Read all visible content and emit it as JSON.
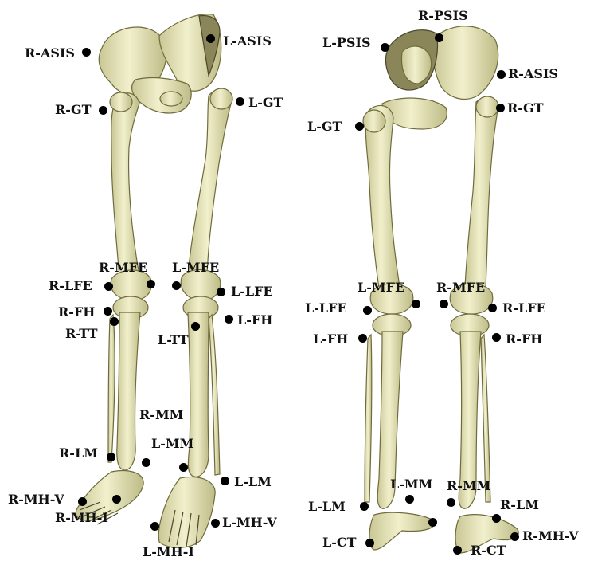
{
  "figure": {
    "background": "#ffffff",
    "bone_color": "#eeeec4",
    "marker_color": "#000000"
  },
  "anterior_view": {
    "landmarks": {
      "r_asis": "R-ASIS",
      "l_asis": "L-ASIS",
      "r_gt": "R-GT",
      "l_gt": "L-GT",
      "r_mfe": "R-MFE",
      "l_mfe": "L-MFE",
      "r_lfe": "R-LFE",
      "l_lfe": "L-LFE",
      "r_fh": "R-FH",
      "l_fh": "L-FH",
      "r_tt": "R-TT",
      "l_tt": "L-TT",
      "r_mm": "R-MM",
      "l_mm": "L-MM",
      "r_lm": "R-LM",
      "l_lm": "L-LM",
      "r_mh_v": "R-MH-V",
      "l_mh_v": "L-MH-V",
      "r_mh_i": "R-MH-I",
      "l_mh_i": "L-MH-I"
    }
  },
  "posterior_view": {
    "landmarks": {
      "r_psis": "R-PSIS",
      "l_psis": "L-PSIS",
      "r_asis": "R-ASIS",
      "r_gt": "R-GT",
      "l_gt": "L-GT",
      "l_mfe": "L-MFE",
      "r_mfe": "R-MFE",
      "l_lfe": "L-LFE",
      "r_lfe": "R-LFE",
      "l_fh": "L-FH",
      "r_fh": "R-FH",
      "l_mm": "L-MM",
      "r_mm": "R-MM",
      "l_lm": "L-LM",
      "r_lm": "R-LM",
      "l_ct": "L-CT",
      "r_ct": "R-CT",
      "r_mh_v": "R-MH-V"
    }
  }
}
